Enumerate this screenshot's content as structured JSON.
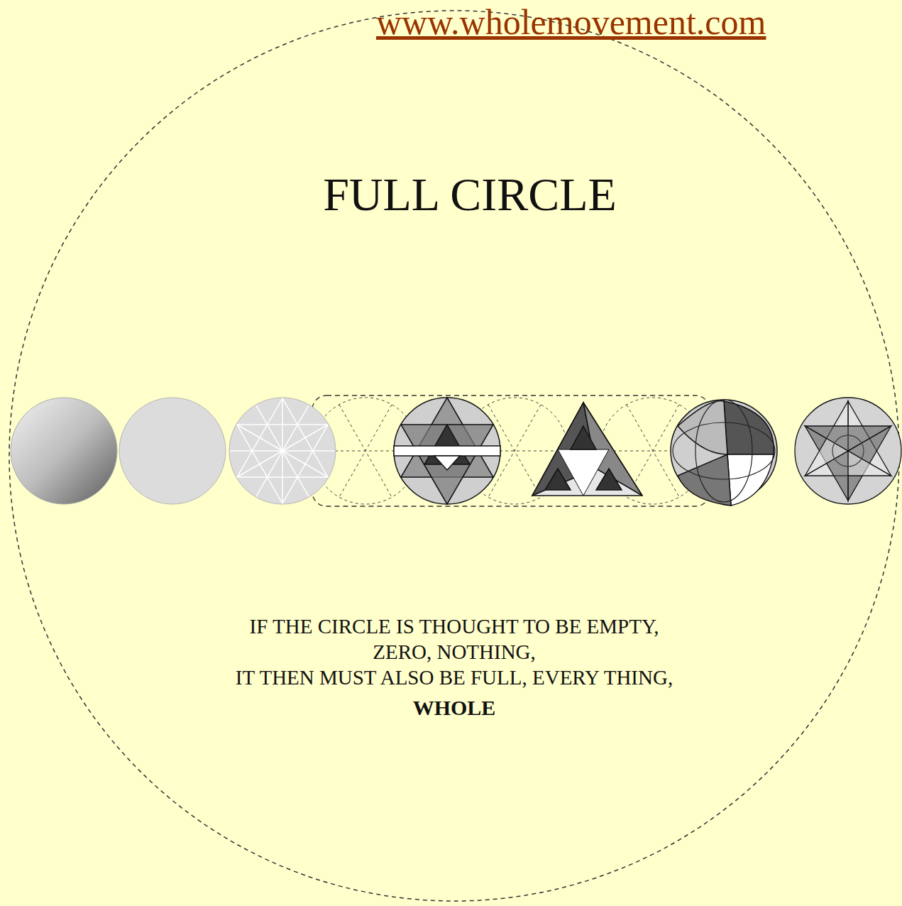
{
  "diagram": {
    "title": "FULL CIRCLE",
    "labels": [
      "www.wholemovement.com",
      "IF THE CIRCLE IS THOUGHT TO BE EMPTY,",
      "ZERO, NOTHING,",
      "IT THEN MUST ALSO BE FULL, EVERY THING,",
      "WHOLE"
    ]
  }
}
